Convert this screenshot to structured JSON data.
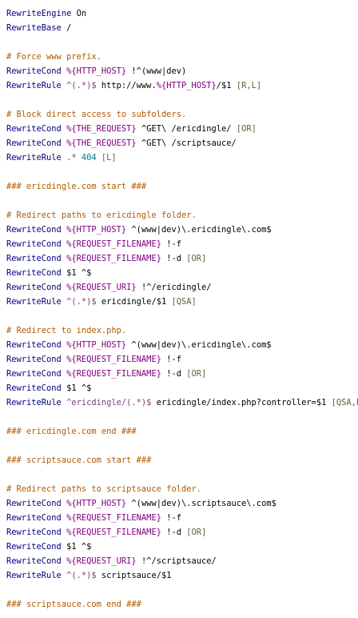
{
  "document": {
    "lines": [
      [
        {
          "t": "RewriteEngine",
          "c": "directive"
        },
        {
          "t": " On",
          "c": "text"
        }
      ],
      [
        {
          "t": "RewriteBase",
          "c": "directive"
        },
        {
          "t": " /",
          "c": "text"
        }
      ],
      [],
      [
        {
          "t": "# Force www prefix.",
          "c": "comment"
        }
      ],
      [
        {
          "t": "RewriteCond",
          "c": "directive"
        },
        {
          "t": " ",
          "c": "text"
        },
        {
          "t": "%{HTTP_HOST}",
          "c": "variable"
        },
        {
          "t": " !^(www|dev)",
          "c": "text"
        }
      ],
      [
        {
          "t": "RewriteRule",
          "c": "directive"
        },
        {
          "t": " ^(.*)$",
          "c": "regex"
        },
        {
          "t": " http://www.",
          "c": "text"
        },
        {
          "t": "%{HTTP_HOST}",
          "c": "variable"
        },
        {
          "t": "/$1 ",
          "c": "text"
        },
        {
          "t": "[R,L]",
          "c": "flag"
        }
      ],
      [],
      [
        {
          "t": "# Block direct access to subfolders.",
          "c": "comment"
        }
      ],
      [
        {
          "t": "RewriteCond",
          "c": "directive"
        },
        {
          "t": " ",
          "c": "text"
        },
        {
          "t": "%{THE_REQUEST}",
          "c": "variable"
        },
        {
          "t": " ^GET\\ /ericdingle/ ",
          "c": "text"
        },
        {
          "t": "[OR]",
          "c": "flag"
        }
      ],
      [
        {
          "t": "RewriteCond",
          "c": "directive"
        },
        {
          "t": " ",
          "c": "text"
        },
        {
          "t": "%{THE_REQUEST}",
          "c": "variable"
        },
        {
          "t": " ^GET\\ /scriptsauce/",
          "c": "text"
        }
      ],
      [
        {
          "t": "RewriteRule",
          "c": "directive"
        },
        {
          "t": " .*",
          "c": "regex"
        },
        {
          "t": " ",
          "c": "text"
        },
        {
          "t": "404",
          "c": "number"
        },
        {
          "t": " ",
          "c": "text"
        },
        {
          "t": "[L]",
          "c": "flag"
        }
      ],
      [],
      [
        {
          "t": "### ericdingle.com start ###",
          "c": "comment"
        }
      ],
      [],
      [
        {
          "t": "# Redirect paths to ericdingle folder.",
          "c": "comment"
        }
      ],
      [
        {
          "t": "RewriteCond",
          "c": "directive"
        },
        {
          "t": " ",
          "c": "text"
        },
        {
          "t": "%{HTTP_HOST}",
          "c": "variable"
        },
        {
          "t": " ^(www|dev)\\.ericdingle\\.com$",
          "c": "text"
        }
      ],
      [
        {
          "t": "RewriteCond",
          "c": "directive"
        },
        {
          "t": " ",
          "c": "text"
        },
        {
          "t": "%{REQUEST_FILENAME}",
          "c": "variable"
        },
        {
          "t": " !-f",
          "c": "text"
        }
      ],
      [
        {
          "t": "RewriteCond",
          "c": "directive"
        },
        {
          "t": " ",
          "c": "text"
        },
        {
          "t": "%{REQUEST_FILENAME}",
          "c": "variable"
        },
        {
          "t": " !-d ",
          "c": "text"
        },
        {
          "t": "[OR]",
          "c": "flag"
        }
      ],
      [
        {
          "t": "RewriteCond",
          "c": "directive"
        },
        {
          "t": " $1 ^$",
          "c": "text"
        }
      ],
      [
        {
          "t": "RewriteCond",
          "c": "directive"
        },
        {
          "t": " ",
          "c": "text"
        },
        {
          "t": "%{REQUEST_URI}",
          "c": "variable"
        },
        {
          "t": " !^/ericdingle/",
          "c": "text"
        }
      ],
      [
        {
          "t": "RewriteRule",
          "c": "directive"
        },
        {
          "t": " ^(.*)$",
          "c": "regex"
        },
        {
          "t": " ericdingle/$1 ",
          "c": "text"
        },
        {
          "t": "[QSA]",
          "c": "flag"
        }
      ],
      [],
      [
        {
          "t": "# Redirect to index.php.",
          "c": "comment"
        }
      ],
      [
        {
          "t": "RewriteCond",
          "c": "directive"
        },
        {
          "t": " ",
          "c": "text"
        },
        {
          "t": "%{HTTP_HOST}",
          "c": "variable"
        },
        {
          "t": " ^(www|dev)\\.ericdingle\\.com$",
          "c": "text"
        }
      ],
      [
        {
          "t": "RewriteCond",
          "c": "directive"
        },
        {
          "t": " ",
          "c": "text"
        },
        {
          "t": "%{REQUEST_FILENAME}",
          "c": "variable"
        },
        {
          "t": " !-f",
          "c": "text"
        }
      ],
      [
        {
          "t": "RewriteCond",
          "c": "directive"
        },
        {
          "t": " ",
          "c": "text"
        },
        {
          "t": "%{REQUEST_FILENAME}",
          "c": "variable"
        },
        {
          "t": " !-d ",
          "c": "text"
        },
        {
          "t": "[OR]",
          "c": "flag"
        }
      ],
      [
        {
          "t": "RewriteCond",
          "c": "directive"
        },
        {
          "t": " $1 ^$",
          "c": "text"
        }
      ],
      [
        {
          "t": "RewriteRule",
          "c": "directive"
        },
        {
          "t": " ^ericdingle/(.*)$",
          "c": "regex"
        },
        {
          "t": " ericdingle/index.php?controller=$1 ",
          "c": "text"
        },
        {
          "t": "[QSA,L]",
          "c": "flag"
        }
      ],
      [],
      [
        {
          "t": "### ericdingle.com end ###",
          "c": "comment"
        }
      ],
      [],
      [
        {
          "t": "### scriptsauce.com start ###",
          "c": "comment"
        }
      ],
      [],
      [
        {
          "t": "# Redirect paths to scriptsauce folder.",
          "c": "comment"
        }
      ],
      [
        {
          "t": "RewriteCond",
          "c": "directive"
        },
        {
          "t": " ",
          "c": "text"
        },
        {
          "t": "%{HTTP_HOST}",
          "c": "variable"
        },
        {
          "t": " ^(www|dev)\\.scriptsauce\\.com$",
          "c": "text"
        }
      ],
      [
        {
          "t": "RewriteCond",
          "c": "directive"
        },
        {
          "t": " ",
          "c": "text"
        },
        {
          "t": "%{REQUEST_FILENAME}",
          "c": "variable"
        },
        {
          "t": " !-f",
          "c": "text"
        }
      ],
      [
        {
          "t": "RewriteCond",
          "c": "directive"
        },
        {
          "t": " ",
          "c": "text"
        },
        {
          "t": "%{REQUEST_FILENAME}",
          "c": "variable"
        },
        {
          "t": " !-d ",
          "c": "text"
        },
        {
          "t": "[OR]",
          "c": "flag"
        }
      ],
      [
        {
          "t": "RewriteCond",
          "c": "directive"
        },
        {
          "t": " $1 ^$",
          "c": "text"
        }
      ],
      [
        {
          "t": "RewriteCond",
          "c": "directive"
        },
        {
          "t": " ",
          "c": "text"
        },
        {
          "t": "%{REQUEST_URI}",
          "c": "variable"
        },
        {
          "t": " !^/scriptsauce/",
          "c": "text"
        }
      ],
      [
        {
          "t": "RewriteRule",
          "c": "directive"
        },
        {
          "t": " ^(.*)$",
          "c": "regex"
        },
        {
          "t": " scriptsauce/$1",
          "c": "text"
        }
      ],
      [],
      [
        {
          "t": "### scriptsauce.com end ###",
          "c": "comment"
        }
      ]
    ]
  },
  "colors": {
    "directive": "#000080",
    "comment": "#b05a00",
    "variable": "#800080",
    "regex": "#7a3d7a",
    "flag": "#556b2f",
    "number": "#008080",
    "text": "#000000"
  }
}
